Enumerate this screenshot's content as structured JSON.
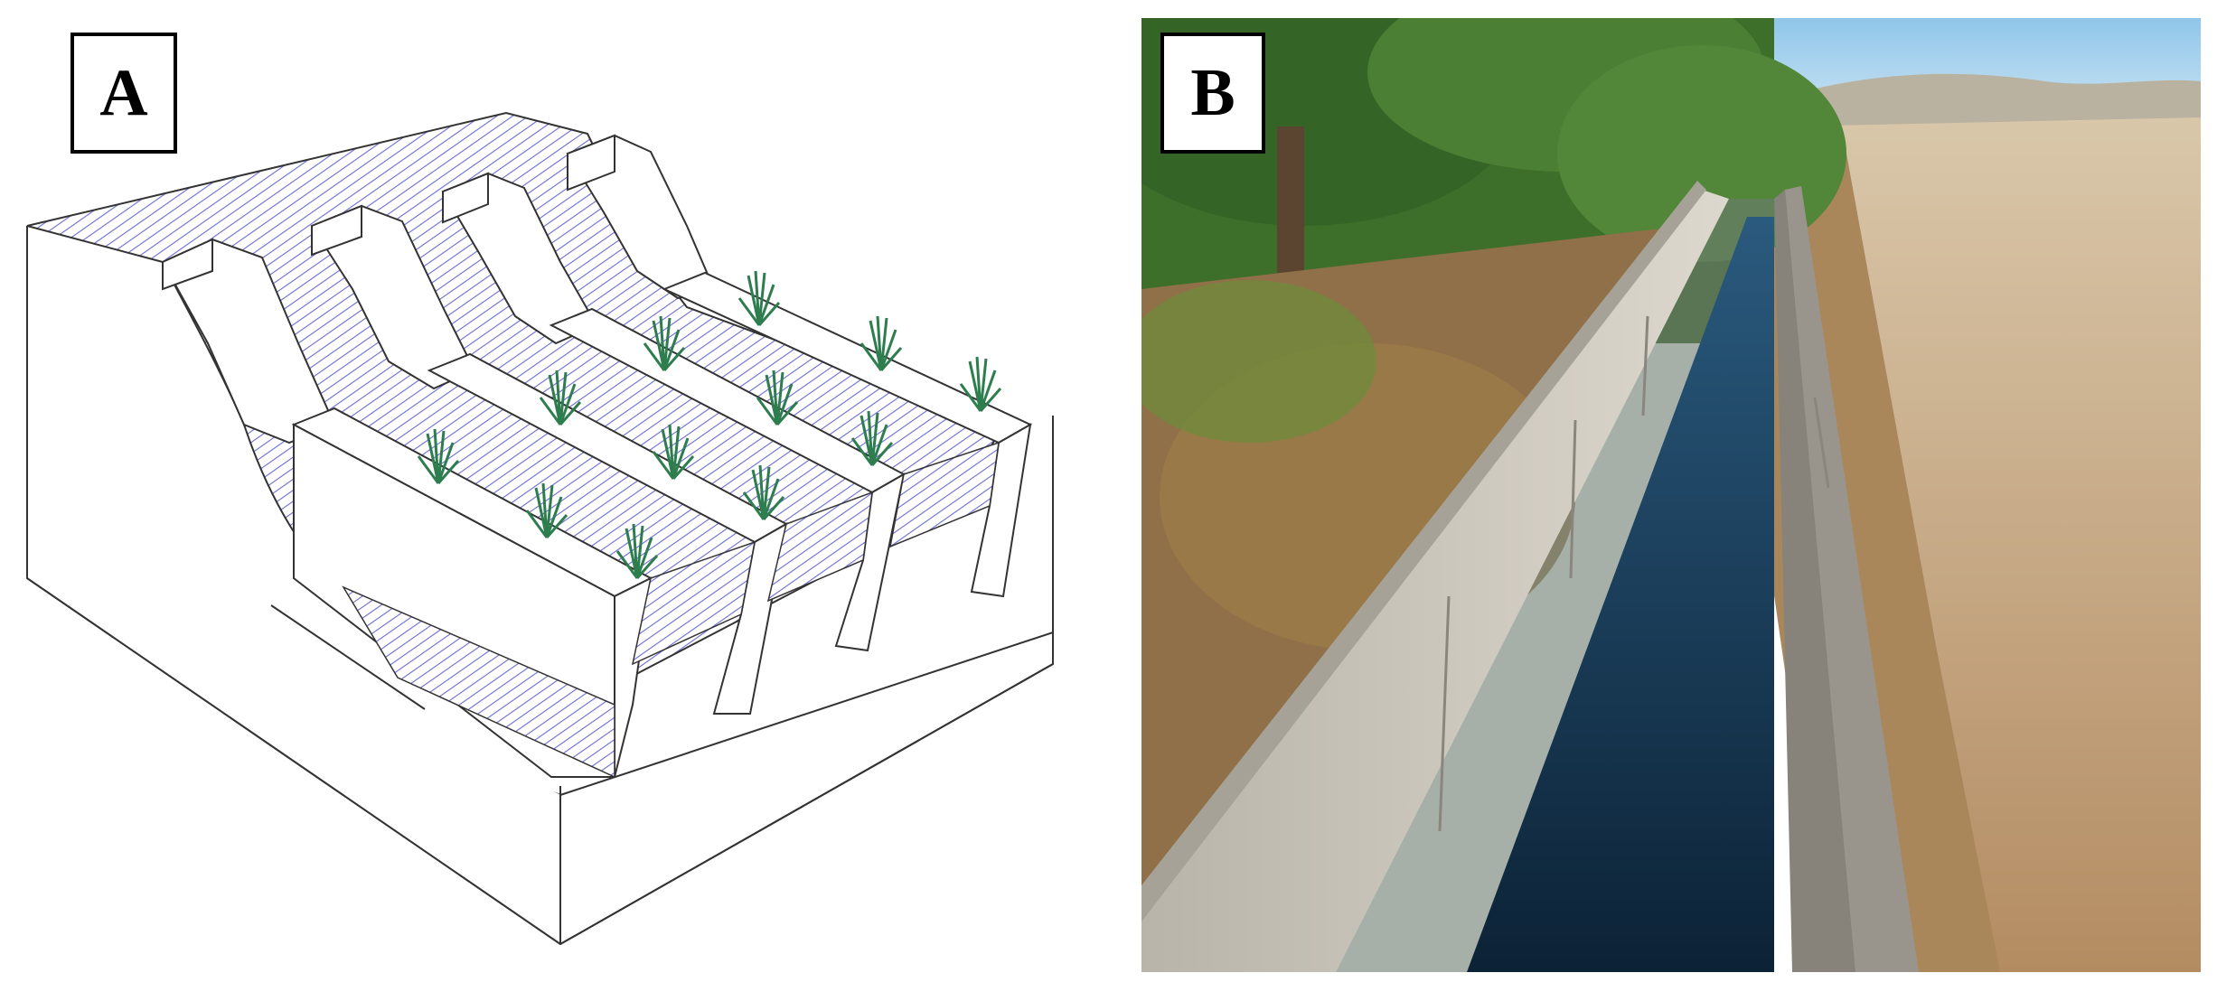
{
  "panels": [
    {
      "id": "A",
      "label": "A",
      "kind": "schematic"
    },
    {
      "id": "B",
      "label": "B",
      "kind": "photo"
    }
  ],
  "colors": {
    "hatch": "#6b6bd6",
    "plant": "#2e7d4f",
    "outline": "#333333",
    "water": "#14324f",
    "concrete": "#cfcac0",
    "soil": "#c9a77e",
    "sky": "#a9d3ee",
    "foliage": "#3f7a2a",
    "dry_grass": "#9c7a4a"
  }
}
